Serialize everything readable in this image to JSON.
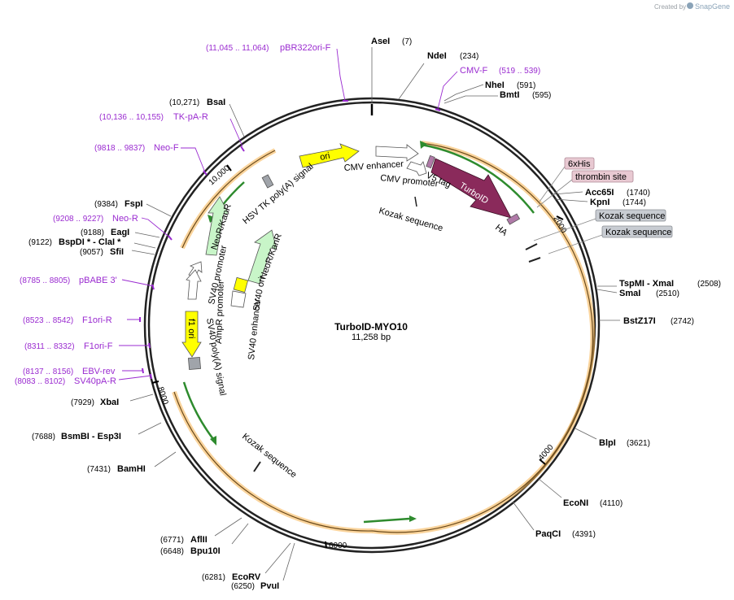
{
  "branding": {
    "created_by": "Created by",
    "app": "SnapGene"
  },
  "plasmid": {
    "name": "TurboID-MYO10",
    "length": "11,258 bp"
  },
  "ticks": [
    "2000",
    "4000",
    "6000",
    "8000",
    "10,000"
  ],
  "restriction_sites": [
    {
      "name": "AseI",
      "pos": "(7)"
    },
    {
      "name": "NdeI",
      "pos": "(234)"
    },
    {
      "name": "NheI",
      "pos": "(591)"
    },
    {
      "name": "BmtI",
      "pos": "(595)"
    },
    {
      "name": "Acc65I",
      "pos": "(1740)"
    },
    {
      "name": "KpnI",
      "pos": "(1744)"
    },
    {
      "name": "TspMI  - XmaI",
      "pos": "(2508)"
    },
    {
      "name": "SmaI",
      "pos": "(2510)"
    },
    {
      "name": "BstZ17I",
      "pos": "(2742)"
    },
    {
      "name": "BlpI",
      "pos": "(3621)"
    },
    {
      "name": "EcoNI",
      "pos": "(4110)"
    },
    {
      "name": "PaqCI",
      "pos": "(4391)"
    },
    {
      "name": "PvuI",
      "pos": "(6250)"
    },
    {
      "name": "EcoRV",
      "pos": "(6281)"
    },
    {
      "name": "Bpu10I",
      "pos": "(6648)"
    },
    {
      "name": "AflII",
      "pos": "(6771)"
    },
    {
      "name": "BamHI",
      "pos": "(7431)"
    },
    {
      "name": "BsmBI    - Esp3I",
      "pos": "(7688)"
    },
    {
      "name": "XbaI",
      "pos": "(7929)"
    },
    {
      "name": "SfiI",
      "pos": "(9057)"
    },
    {
      "name": "BspDI *  - ClaI *",
      "pos": "(9122)"
    },
    {
      "name": "EagI",
      "pos": "(9188)"
    },
    {
      "name": "FspI",
      "pos": "(9384)"
    },
    {
      "name": "BsaI",
      "pos": "(10,271)"
    }
  ],
  "primers": [
    {
      "range": "(11,045 .. 11,064)",
      "name": "pBR322ori-F"
    },
    {
      "range": "(519 .. 539)",
      "name": "CMV-F"
    },
    {
      "range": "(10,136 .. 10,155)",
      "name": "TK-pA-R"
    },
    {
      "range": "(9818 .. 9837)",
      "name": "Neo-F"
    },
    {
      "range": "(9208 .. 9227)",
      "name": "Neo-R"
    },
    {
      "range": "(8785 .. 8805)",
      "name": "pBABE 3'"
    },
    {
      "range": "(8523 .. 8542)",
      "name": "F1ori-R"
    },
    {
      "range": "(8311 .. 8332)",
      "name": "F1ori-F"
    },
    {
      "range": "(8137 .. 8156)",
      "name": "EBV-rev"
    },
    {
      "range": "(8083 .. 8102)",
      "name": "SV40pA-R"
    }
  ],
  "features": {
    "ori": "ori",
    "cmv_enhancer": "CMV enhancer",
    "cmv_promoter": "CMV promoter",
    "v5_tag": "V5 tag",
    "turboid": "TurboID",
    "ha": "HA",
    "kozak": "Kozak sequence",
    "hsv_tk": "HSV TK poly(A) signal",
    "neo1": "NeoR/KanR",
    "neo2": "NeoR/KanR",
    "sv40_promoter": "SV40 promoter",
    "sv40_ori": "SV40 ori",
    "sv40_enhancer": "SV40 enhancer",
    "ampr_promoter": "AmpR promoter",
    "f1_ori": "f1 ori",
    "sv40_polya": "SV40 poly(A) signal",
    "kozak_bottom": "Kozak sequence"
  },
  "boxed_labels": [
    {
      "text": "6xHis",
      "color": "#e8c9d2"
    },
    {
      "text": "thrombin site",
      "color": "#e8c9d2"
    },
    {
      "text": "Kozak sequence",
      "color": "#c8ccd2"
    },
    {
      "text": "Kozak sequence",
      "color": "#c8ccd2"
    }
  ],
  "colors": {
    "backbone": "#222222",
    "turboid": "#8a2a5b",
    "ori": "#ffff00",
    "neo": "#c8f5c8",
    "orf_green": "#2e8b2e",
    "orf_glow": "#f5b04a",
    "primer": "#9a2bd0"
  }
}
